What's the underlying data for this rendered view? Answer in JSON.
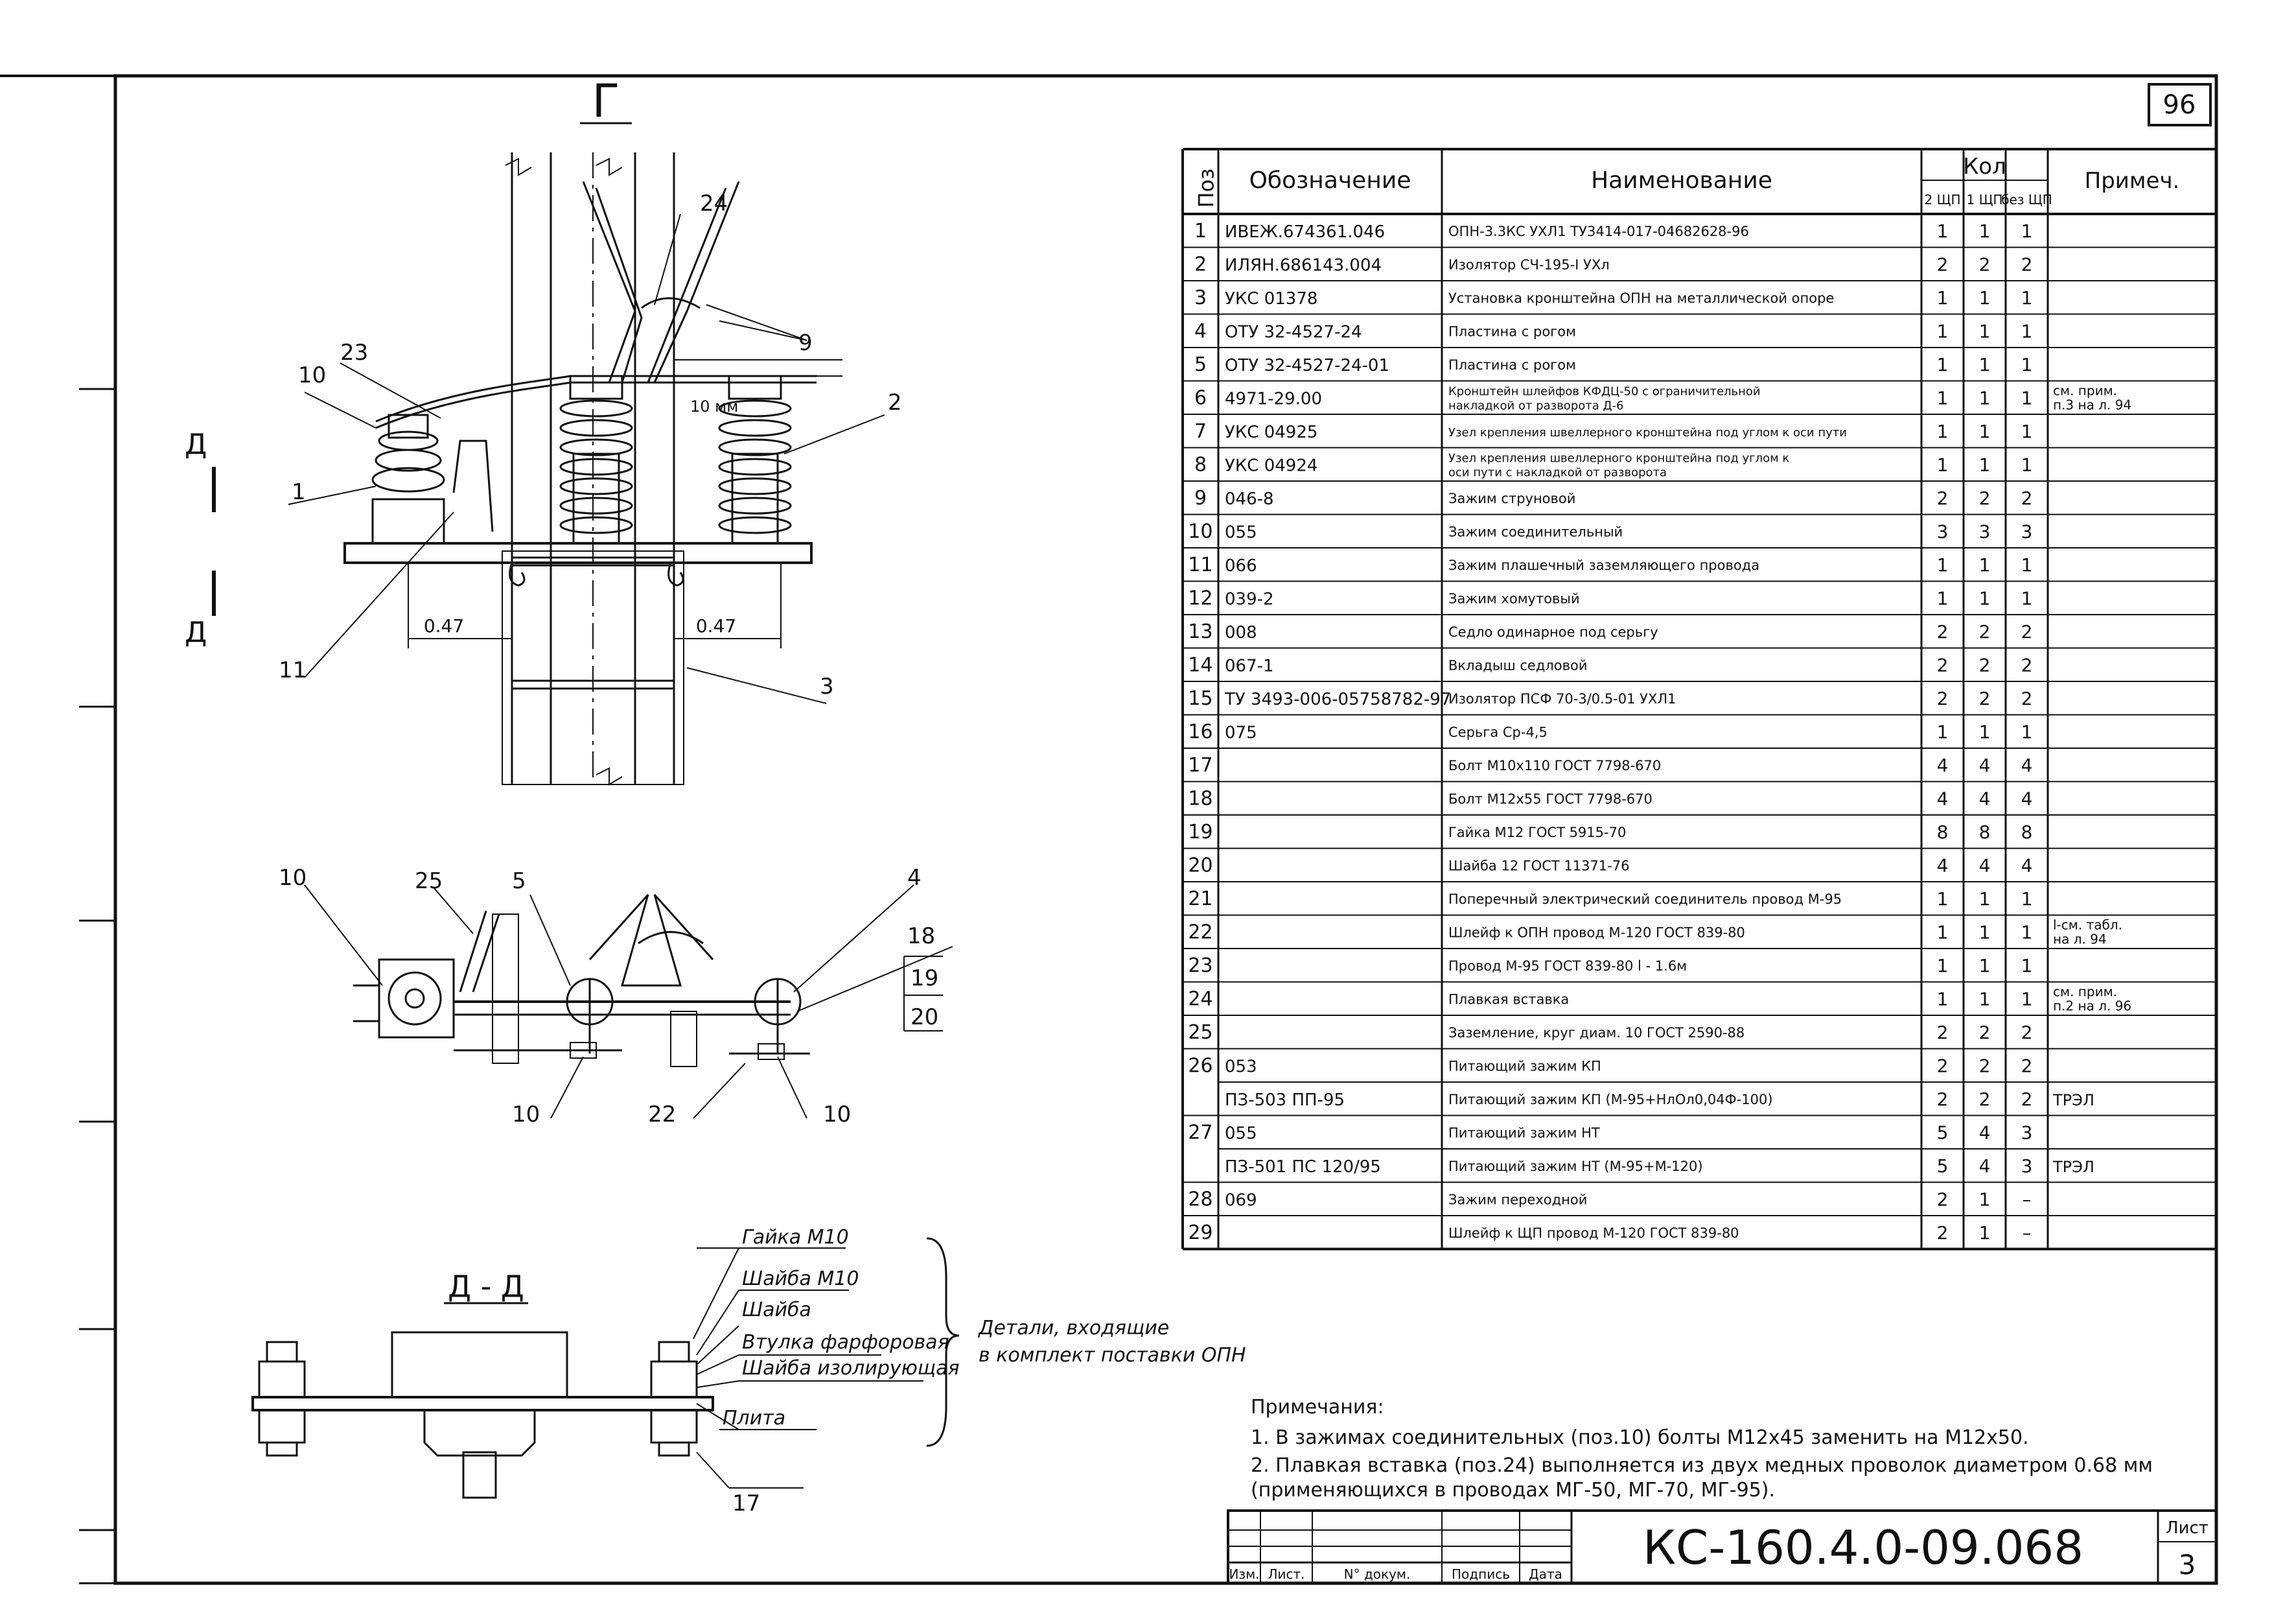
{
  "sheet": {
    "page_number": "96",
    "code": "КС-160.4.0-09.068",
    "sheet_label": "Лист",
    "sheet_no": "3",
    "stamp_cols": [
      "Изм.",
      "Лист.",
      "N° докум.",
      "Подпись",
      "Дата"
    ]
  },
  "views": {
    "view_g_label": "Г",
    "section_label": "Д - Д",
    "cut_marker": "Д",
    "dim_left": "0.47",
    "dim_right": "0.47",
    "gap_label": "10 мм",
    "callouts_top": [
      "24",
      "23",
      "10",
      "9",
      "2",
      "1",
      "11",
      "3"
    ],
    "callouts_mid": [
      "10",
      "25",
      "5",
      "4",
      "18",
      "19",
      "20",
      "10",
      "22",
      "10"
    ],
    "callout_bottom": "17"
  },
  "detail_parts": {
    "items": [
      "Гайка M10",
      "Шайба M10",
      "Шайба",
      "Втулка фарфоровая",
      "Шайба изолирующая",
      "Плита"
    ],
    "brace_text_1": "Детали, входящие",
    "brace_text_2": "в комплект поставки ОПН"
  },
  "spec_table": {
    "headers": {
      "pos": "Поз",
      "designation": "Обозначение",
      "name": "Наименование",
      "qty": "Кол",
      "qty_2": "2 ЩП",
      "qty_1": "1 ЩП",
      "qty_0": "без ЩП",
      "note": "Примеч."
    },
    "rows": [
      {
        "pos": "1",
        "des": "ИВЕЖ.674361.046",
        "name": "ОПН-3.3КС УХЛ1   ТУ3414-017-04682628-96",
        "q2": "1",
        "q1": "1",
        "q0": "1",
        "note": ""
      },
      {
        "pos": "2",
        "des": "ИЛЯН.686143.004",
        "name": "Изолятор СЧ-195-I УХл",
        "q2": "2",
        "q1": "2",
        "q0": "2",
        "note": ""
      },
      {
        "pos": "3",
        "des": "УКС 01378",
        "name": "Установка кронштейна ОПН на металлической опоре",
        "q2": "1",
        "q1": "1",
        "q0": "1",
        "note": ""
      },
      {
        "pos": "4",
        "des": "ОТУ 32-4527-24",
        "name": "Пластина с рогом",
        "q2": "1",
        "q1": "1",
        "q0": "1",
        "note": ""
      },
      {
        "pos": "5",
        "des": "ОТУ 32-4527-24-01",
        "name": "Пластина с рогом",
        "q2": "1",
        "q1": "1",
        "q0": "1",
        "note": ""
      },
      {
        "pos": "6",
        "des": "4971-29.00",
        "name": "Кронштейн шлейфов КФДЦ-50 с ограничительной накладкой от разворота Д-6",
        "q2": "1",
        "q1": "1",
        "q0": "1",
        "note": "см. прим. п.3 на л. 94"
      },
      {
        "pos": "7",
        "des": "УКС 04925",
        "name": "Узел крепления швеллерного кронштейна под углом к оси пути",
        "q2": "1",
        "q1": "1",
        "q0": "1",
        "note": ""
      },
      {
        "pos": "8",
        "des": "УКС 04924",
        "name": "Узел крепления швеллерного кронштейна под углом к оси пути с накладкой от разворота",
        "q2": "1",
        "q1": "1",
        "q0": "1",
        "note": ""
      },
      {
        "pos": "9",
        "des": "046-8",
        "name": "Зажим струновой",
        "q2": "2",
        "q1": "2",
        "q0": "2",
        "note": ""
      },
      {
        "pos": "10",
        "des": "055",
        "name": "Зажим соединительный",
        "q2": "3",
        "q1": "3",
        "q0": "3",
        "note": ""
      },
      {
        "pos": "11",
        "des": "066",
        "name": "Зажим плашечный заземляющего провода",
        "q2": "1",
        "q1": "1",
        "q0": "1",
        "note": ""
      },
      {
        "pos": "12",
        "des": "039-2",
        "name": "Зажим хомутовый",
        "q2": "1",
        "q1": "1",
        "q0": "1",
        "note": ""
      },
      {
        "pos": "13",
        "des": "008",
        "name": "Седло одинарное под серьгу",
        "q2": "2",
        "q1": "2",
        "q0": "2",
        "note": ""
      },
      {
        "pos": "14",
        "des": "067-1",
        "name": "Вкладыш седловой",
        "q2": "2",
        "q1": "2",
        "q0": "2",
        "note": ""
      },
      {
        "pos": "15",
        "des": "ТУ 3493-006-05758782-97",
        "name": "Изолятор ПСФ 70-3/0.5-01 УХЛ1",
        "q2": "2",
        "q1": "2",
        "q0": "2",
        "note": ""
      },
      {
        "pos": "16",
        "des": "075",
        "name": "Серьга Ср-4,5",
        "q2": "1",
        "q1": "1",
        "q0": "1",
        "note": ""
      },
      {
        "pos": "17",
        "des": "",
        "name": "Болт M10x110 ГОСТ 7798-670",
        "q2": "4",
        "q1": "4",
        "q0": "4",
        "note": ""
      },
      {
        "pos": "18",
        "des": "",
        "name": "Болт M12x55 ГОСТ 7798-670",
        "q2": "4",
        "q1": "4",
        "q0": "4",
        "note": ""
      },
      {
        "pos": "19",
        "des": "",
        "name": "Гайка M12 ГОСТ 5915-70",
        "q2": "8",
        "q1": "8",
        "q0": "8",
        "note": ""
      },
      {
        "pos": "20",
        "des": "",
        "name": "Шайба 12 ГОСТ 11371-76",
        "q2": "4",
        "q1": "4",
        "q0": "4",
        "note": ""
      },
      {
        "pos": "21",
        "des": "",
        "name": "Поперечный электрический соединитель провод М-95",
        "q2": "1",
        "q1": "1",
        "q0": "1",
        "note": ""
      },
      {
        "pos": "22",
        "des": "",
        "name": "Шлейф к ОПН провод М-120 ГОСТ 839-80",
        "q2": "1",
        "q1": "1",
        "q0": "1",
        "note": "l-см. табл. на л. 94"
      },
      {
        "pos": "23",
        "des": "",
        "name": "Провод М-95  ГОСТ 839-80 l - 1.6м",
        "q2": "1",
        "q1": "1",
        "q0": "1",
        "note": ""
      },
      {
        "pos": "24",
        "des": "",
        "name": "Плавкая вставка",
        "q2": "1",
        "q1": "1",
        "q0": "1",
        "note": "см. прим. п.2 на л. 96"
      },
      {
        "pos": "25",
        "des": "",
        "name": "Заземление, круг диам. 10 ГОСТ 2590-88",
        "q2": "2",
        "q1": "2",
        "q0": "2",
        "note": ""
      },
      {
        "pos": "26",
        "des": "053",
        "name": "Питающий зажим КП",
        "q2": "2",
        "q1": "2",
        "q0": "2",
        "note": ""
      },
      {
        "pos": "",
        "des": "ПЗ-503 ПП-95",
        "name": "Питающий зажим КП (М-95+НлОл0,04Ф-100)",
        "q2": "2",
        "q1": "2",
        "q0": "2",
        "note": "ТРЭЛ"
      },
      {
        "pos": "27",
        "des": "055",
        "name": "Питающий зажим НТ",
        "q2": "5",
        "q1": "4",
        "q0": "3",
        "note": ""
      },
      {
        "pos": "",
        "des": "ПЗ-501 ПС 120/95",
        "name": "Питающий зажим НТ (М-95+М-120)",
        "q2": "5",
        "q1": "4",
        "q0": "3",
        "note": "ТРЭЛ"
      },
      {
        "pos": "28",
        "des": "069",
        "name": "Зажим переходной",
        "q2": "2",
        "q1": "1",
        "q0": "–",
        "note": ""
      },
      {
        "pos": "29",
        "des": "",
        "name": "Шлейф к ЩП провод М-120 ГОСТ 839-80",
        "q2": "2",
        "q1": "1",
        "q0": "–",
        "note": ""
      }
    ]
  },
  "notes": {
    "title": "Примечания:",
    "lines": [
      "1. В зажимах соединительных (поз.10) болты M12x45 заменить на M12x50.",
      "2. Плавкая вставка (поз.24) выполняется из двух медных проволок диаметром 0.68 мм",
      "(применяющихся в проводах МГ-50, МГ-70, МГ-95)."
    ]
  }
}
